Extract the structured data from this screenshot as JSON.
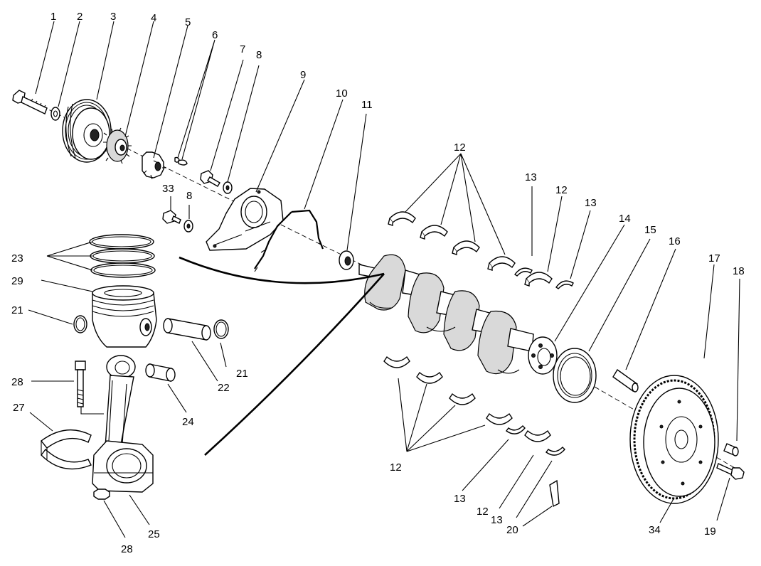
{
  "callouts": [
    {
      "id": "c1",
      "text": "1"
    },
    {
      "id": "c2",
      "text": "2"
    },
    {
      "id": "c3",
      "text": "3"
    },
    {
      "id": "c4",
      "text": "4"
    },
    {
      "id": "c5",
      "text": "5"
    },
    {
      "id": "c6",
      "text": "6"
    },
    {
      "id": "c7",
      "text": "7"
    },
    {
      "id": "c8a",
      "text": "8"
    },
    {
      "id": "c8b",
      "text": "8"
    },
    {
      "id": "c9",
      "text": "9"
    },
    {
      "id": "c10",
      "text": "10"
    },
    {
      "id": "c11",
      "text": "11"
    },
    {
      "id": "c12a",
      "text": "12"
    },
    {
      "id": "c12b",
      "text": "12"
    },
    {
      "id": "c12c",
      "text": "12"
    },
    {
      "id": "c12d",
      "text": "12"
    },
    {
      "id": "c13a",
      "text": "13"
    },
    {
      "id": "c13b",
      "text": "13"
    },
    {
      "id": "c13c",
      "text": "13"
    },
    {
      "id": "c13d",
      "text": "13"
    },
    {
      "id": "c14",
      "text": "14"
    },
    {
      "id": "c15",
      "text": "15"
    },
    {
      "id": "c16",
      "text": "16"
    },
    {
      "id": "c17",
      "text": "17"
    },
    {
      "id": "c18",
      "text": "18"
    },
    {
      "id": "c19",
      "text": "19"
    },
    {
      "id": "c20",
      "text": "20"
    },
    {
      "id": "c21a",
      "text": "21"
    },
    {
      "id": "c21b",
      "text": "21"
    },
    {
      "id": "c22",
      "text": "22"
    },
    {
      "id": "c23",
      "text": "23"
    },
    {
      "id": "c24",
      "text": "24"
    },
    {
      "id": "c25",
      "text": "25"
    },
    {
      "id": "c27",
      "text": "27"
    },
    {
      "id": "c28a",
      "text": "28"
    },
    {
      "id": "c28b",
      "text": "28"
    },
    {
      "id": "c29",
      "text": "29"
    },
    {
      "id": "c33",
      "text": "33"
    },
    {
      "id": "c34",
      "text": "34"
    }
  ]
}
